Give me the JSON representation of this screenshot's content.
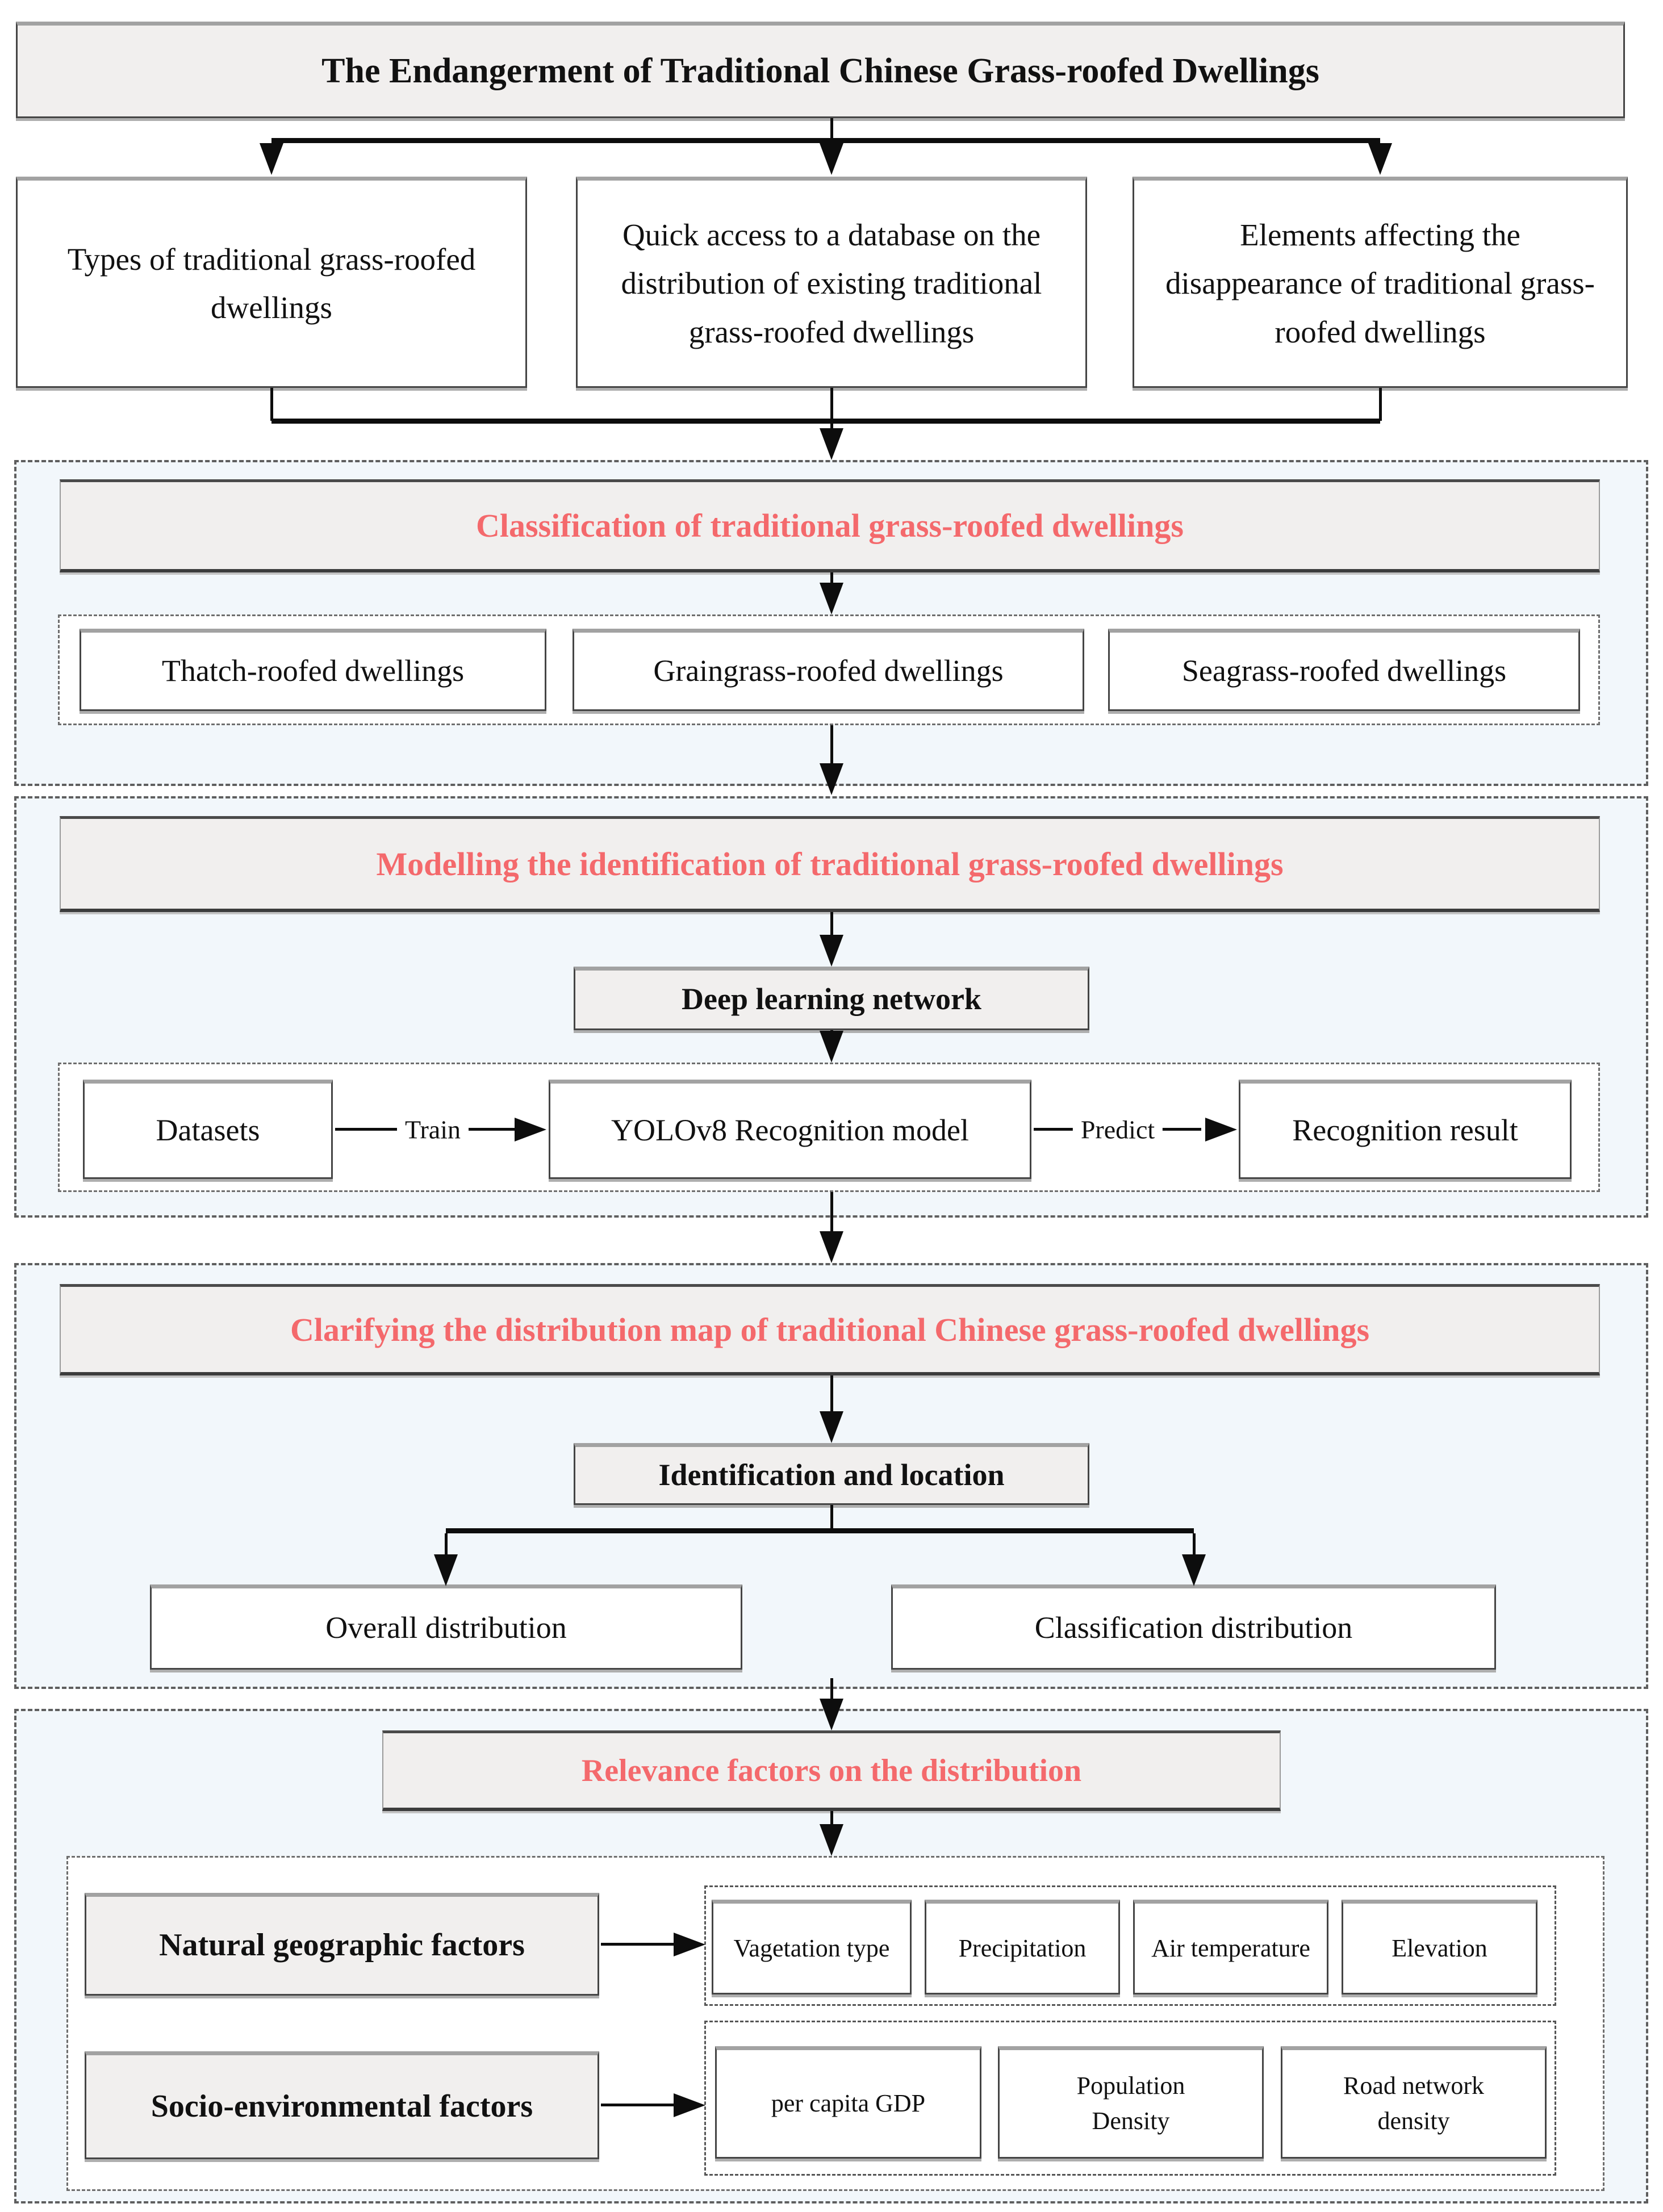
{
  "page": {
    "title": "The Endangerment of Traditional Chinese Grass-roofed Dwellings"
  },
  "top_boxes": [
    {
      "label": "Types of traditional grass-roofed dwellings"
    },
    {
      "label": "Quick access to a database on the distribution of existing traditional grass-roofed dwellings"
    },
    {
      "label": "Elements affecting the disappearance of traditional grass-roofed dwellings"
    }
  ],
  "sections": [
    {
      "header": "Classification of traditional grass-roofed dwellings",
      "items": [
        "Thatch-roofed dwellings",
        "Graingrass-roofed dwellings",
        "Seagrass-roofed dwellings"
      ]
    },
    {
      "header": "Modelling the identification of traditional grass-roofed dwellings",
      "subheader": "Deep learning network",
      "pipeline": {
        "source": "Datasets",
        "train_label": "Train",
        "model": "YOLOv8 Recognition model",
        "predict_label": "Predict",
        "result": "Recognition result"
      }
    },
    {
      "header": "Clarifying the distribution map of traditional Chinese grass-roofed dwellings",
      "subheader": "Identification and location",
      "outputs": [
        "Overall distribution",
        "Classification distribution"
      ]
    },
    {
      "header": "Relevance factors on the distribution",
      "factor_groups": [
        {
          "label": "Natural geographic factors",
          "factors": [
            "Vagetation type",
            "Precipitation",
            "Air temperature",
            "Elevation"
          ]
        },
        {
          "label": "Socio-environmental factors",
          "factors": [
            "per capita GDP",
            "Population Density",
            "Road network density"
          ]
        }
      ]
    }
  ],
  "colors": {
    "accent_red": "#f4696c",
    "section_bg": "#f2f7fb",
    "box_gray_bg": "#f1efee",
    "line_black": "#0d0d0d"
  }
}
